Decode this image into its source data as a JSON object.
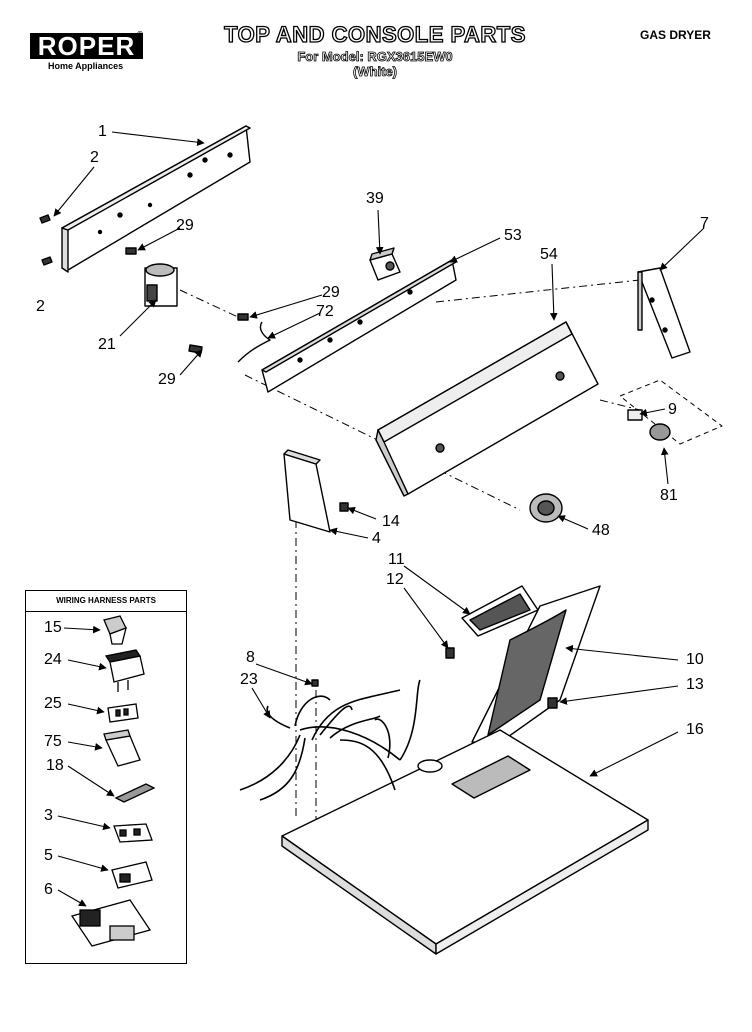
{
  "header": {
    "brand": "ROPER",
    "brand_mark": "®",
    "brand_sub": "Home Appliances",
    "title": "TOP AND CONSOLE PARTS",
    "model_line": "For Model: RGX3615EW0",
    "color_line": "(White)",
    "product_type": "GAS DRYER"
  },
  "harness": {
    "title": "WIRING HARNESS PARTS"
  },
  "callouts": {
    "c1": "1",
    "c2a": "2",
    "c2b": "2",
    "c29a": "29",
    "c29b": "29",
    "c29c": "29",
    "c39": "39",
    "c53": "53",
    "c54": "54",
    "c7": "7",
    "c21": "21",
    "c72": "72",
    "c9": "9",
    "c81": "81",
    "c14": "14",
    "c4": "4",
    "c48": "48",
    "c11": "11",
    "c12": "12",
    "c8": "8",
    "c23": "23",
    "c10": "10",
    "c13": "13",
    "c16": "16",
    "c15": "15",
    "c24": "24",
    "c25": "25",
    "c75": "75",
    "c18": "18",
    "c3": "3",
    "c5": "5",
    "c6": "6"
  },
  "colors": {
    "ink": "#000000",
    "paper": "#ffffff",
    "shade": "#555555"
  }
}
